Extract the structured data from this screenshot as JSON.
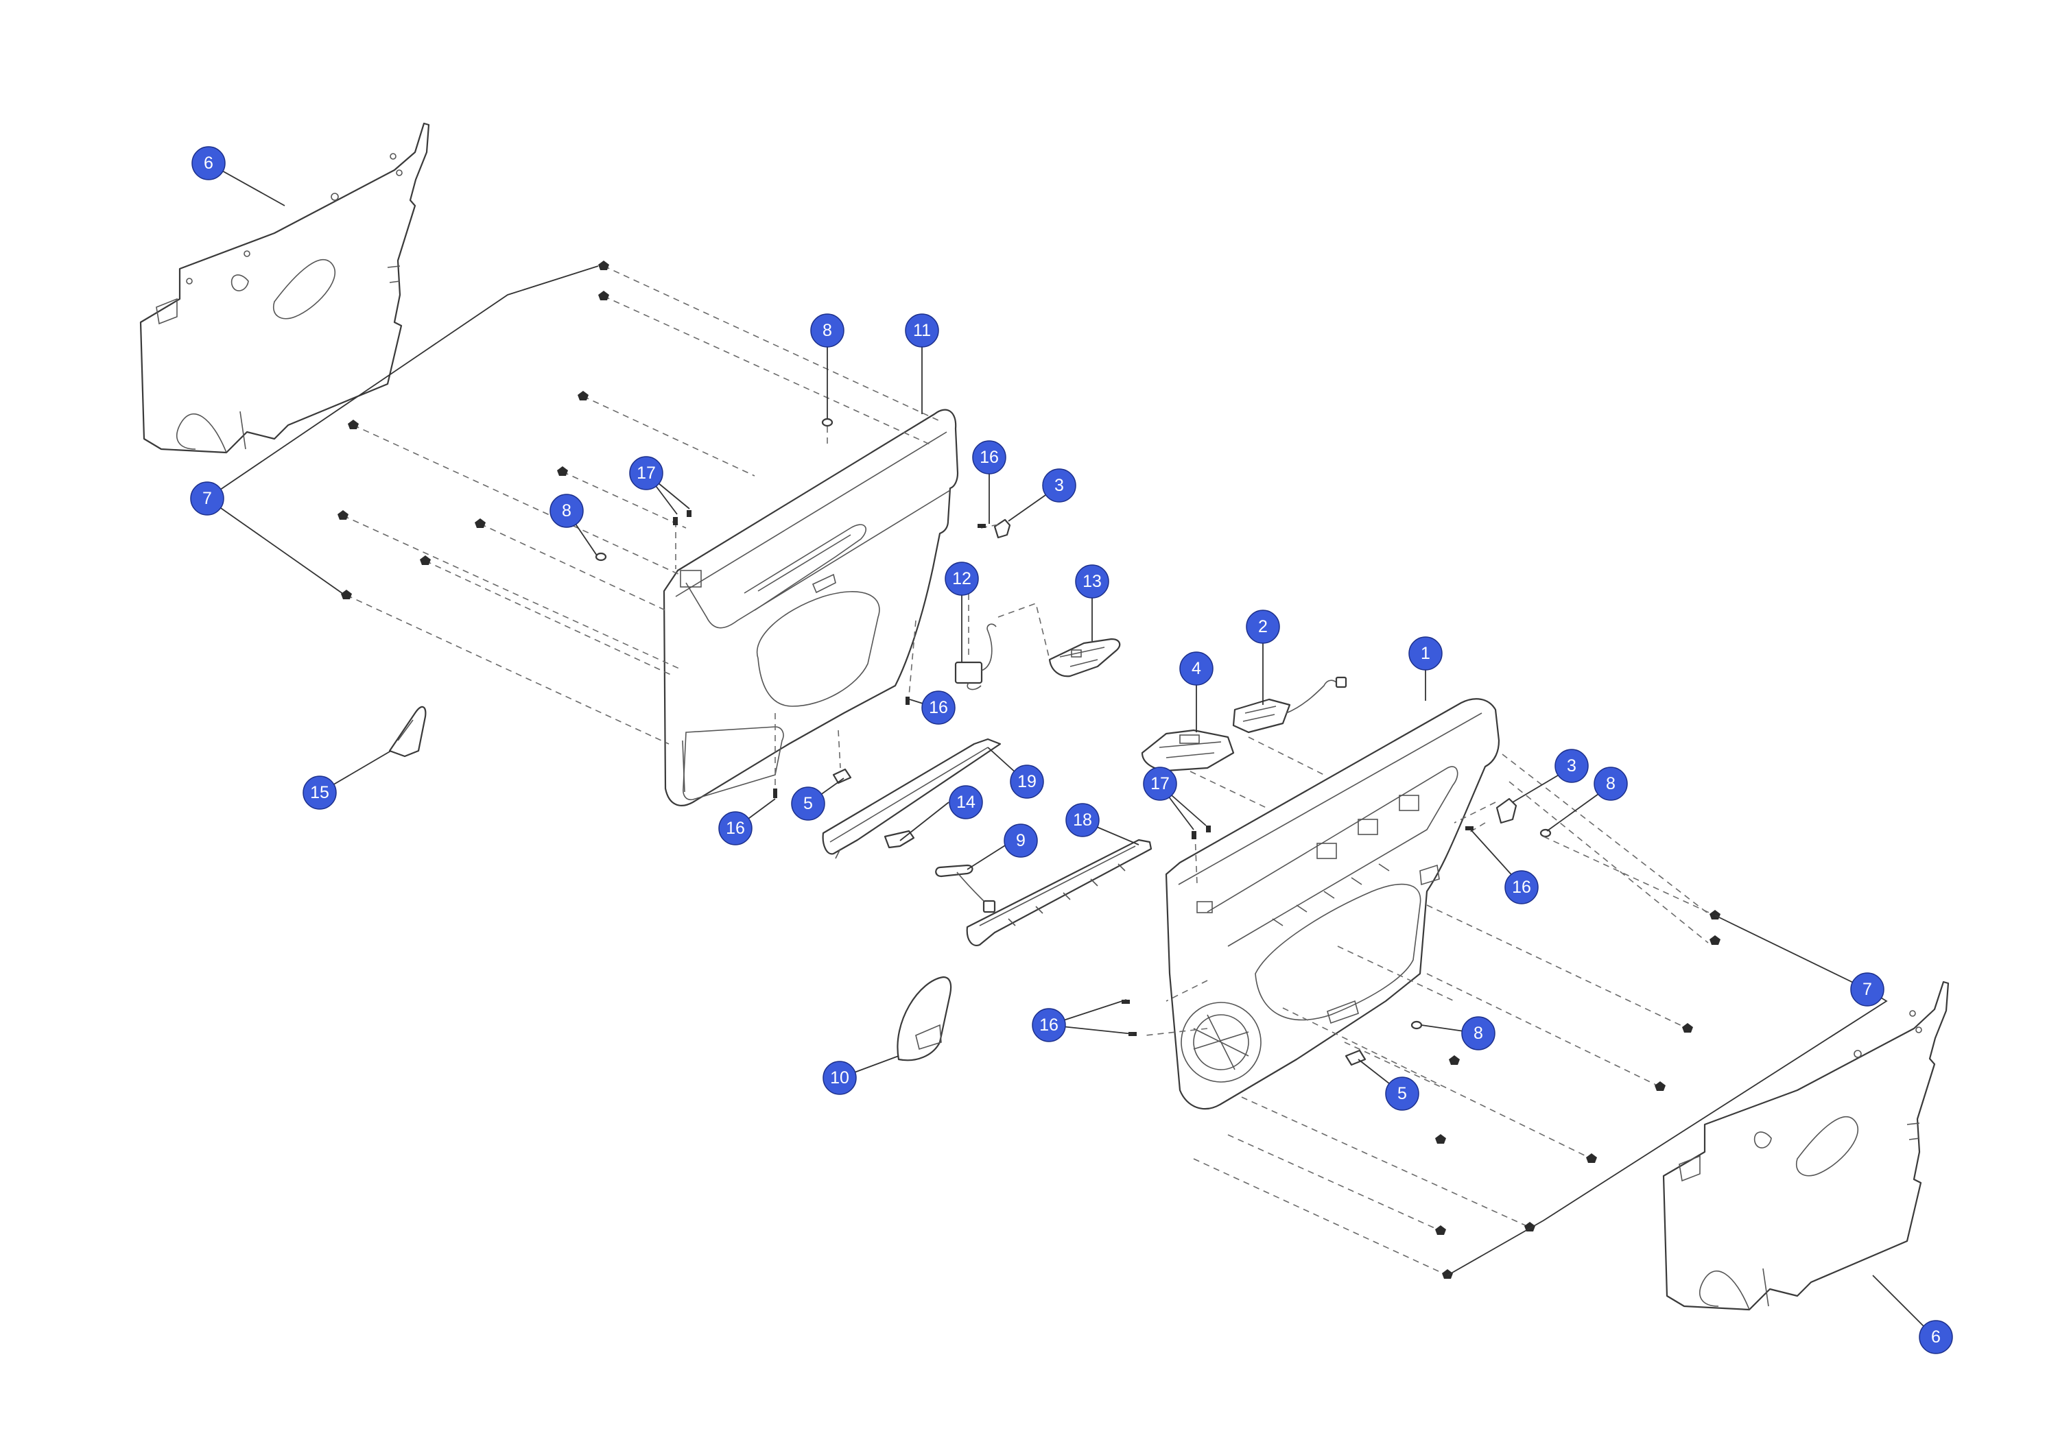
{
  "palette": {
    "callout_fill": "#3b5bdb",
    "callout_stroke": "#1c2f8a",
    "line": "#3a3a3a"
  },
  "callouts": [
    {
      "id": "c6a",
      "label": "6"
    },
    {
      "id": "c7a",
      "label": "7"
    },
    {
      "id": "c8a",
      "label": "8"
    },
    {
      "id": "c11",
      "label": "11"
    },
    {
      "id": "c17a",
      "label": "17"
    },
    {
      "id": "c8b",
      "label": "8"
    },
    {
      "id": "c16a",
      "label": "16"
    },
    {
      "id": "c3a",
      "label": "3"
    },
    {
      "id": "c12",
      "label": "12"
    },
    {
      "id": "c13",
      "label": "13"
    },
    {
      "id": "c16b",
      "label": "16"
    },
    {
      "id": "c15",
      "label": "15"
    },
    {
      "id": "c16c",
      "label": "16"
    },
    {
      "id": "c5a",
      "label": "5"
    },
    {
      "id": "c19",
      "label": "19"
    },
    {
      "id": "c14",
      "label": "14"
    },
    {
      "id": "c9",
      "label": "9"
    },
    {
      "id": "c18",
      "label": "18"
    },
    {
      "id": "c2",
      "label": "2"
    },
    {
      "id": "c4",
      "label": "4"
    },
    {
      "id": "c1",
      "label": "1"
    },
    {
      "id": "c17b",
      "label": "17"
    },
    {
      "id": "c3b",
      "label": "3"
    },
    {
      "id": "c8c",
      "label": "8"
    },
    {
      "id": "c16d",
      "label": "16"
    },
    {
      "id": "c7b",
      "label": "7"
    },
    {
      "id": "c16e",
      "label": "16"
    },
    {
      "id": "c8d",
      "label": "8"
    },
    {
      "id": "c5b",
      "label": "5"
    },
    {
      "id": "c10",
      "label": "10"
    },
    {
      "id": "c6b",
      "label": "6"
    }
  ]
}
